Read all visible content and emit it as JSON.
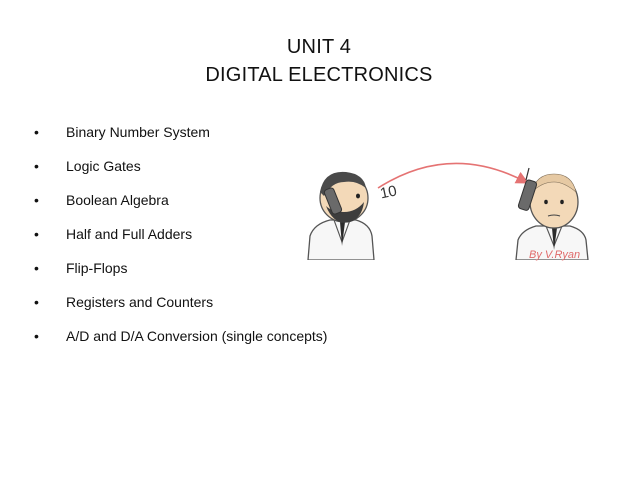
{
  "title": {
    "line1": "UNIT 4",
    "line2": "DIGITAL ELECTRONICS"
  },
  "bullets": [
    "Binary Number System",
    "Logic Gates",
    "Boolean Algebra",
    "Half and Full Adders",
    "Flip-Flops",
    "Registers and Counters",
    "A/D and D/A Conversion (single concepts)"
  ],
  "bullet_glyph": "•",
  "illustration": {
    "transmitted_bits": "10",
    "credit": "By V.Ryan",
    "arrow_color": "#e57373",
    "credit_color": "#e06a6a"
  }
}
